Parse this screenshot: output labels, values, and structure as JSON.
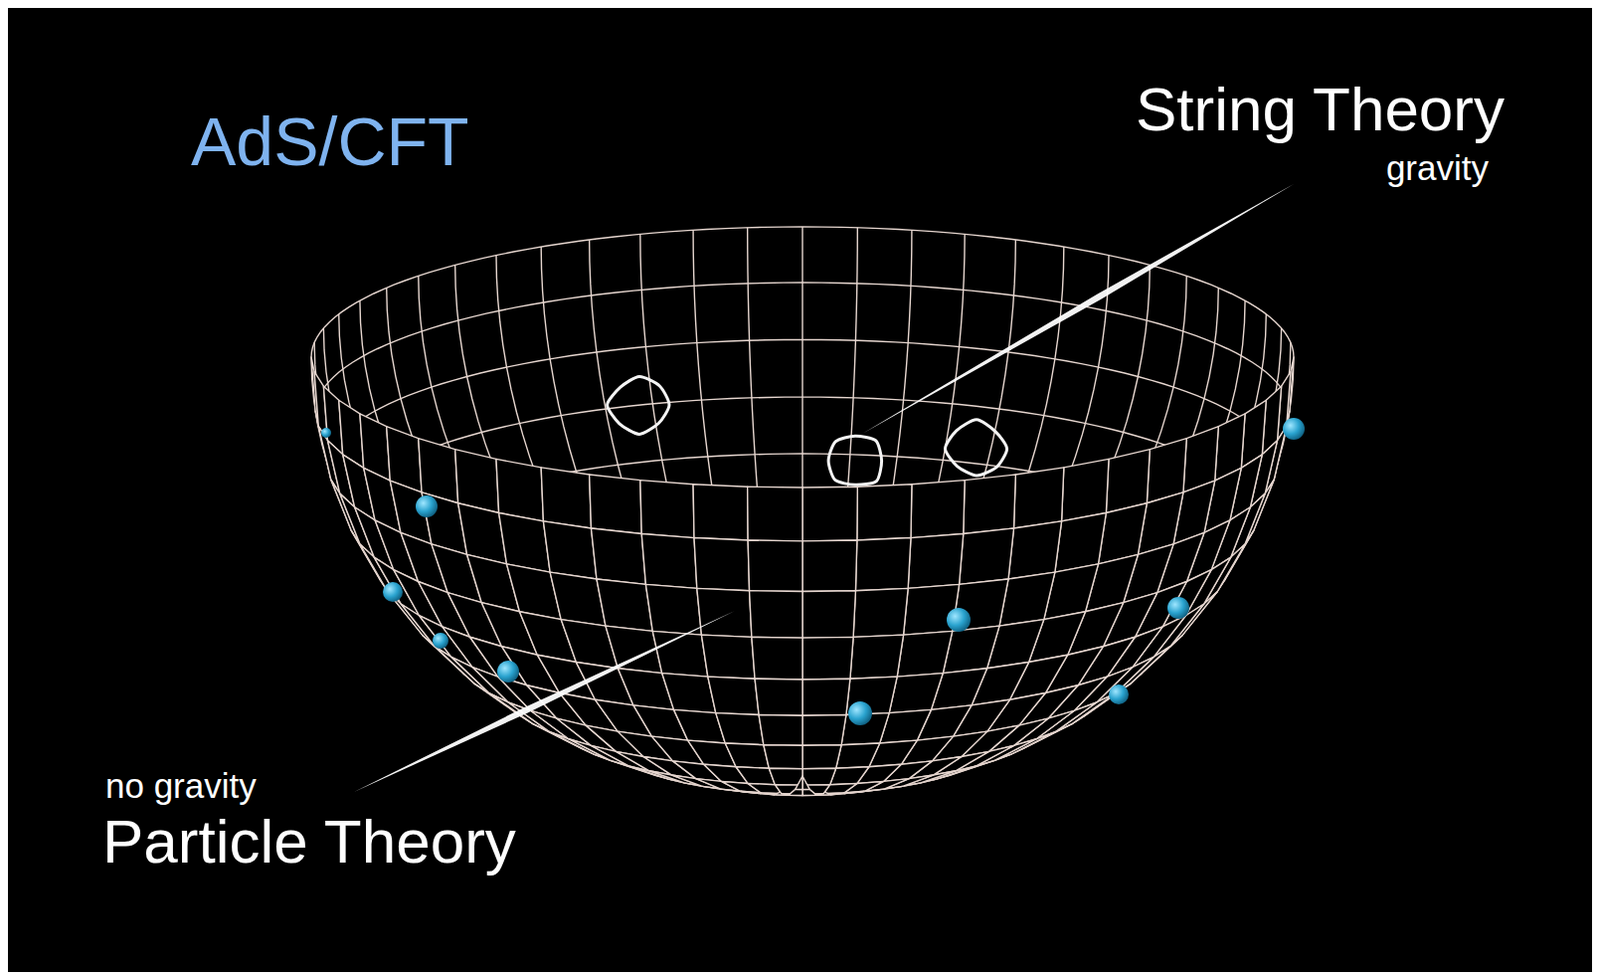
{
  "diagram": {
    "title": "AdS/CFT",
    "labels": [
      "String Theory",
      "gravity",
      "no gravity",
      "Particle Theory"
    ]
  }
}
